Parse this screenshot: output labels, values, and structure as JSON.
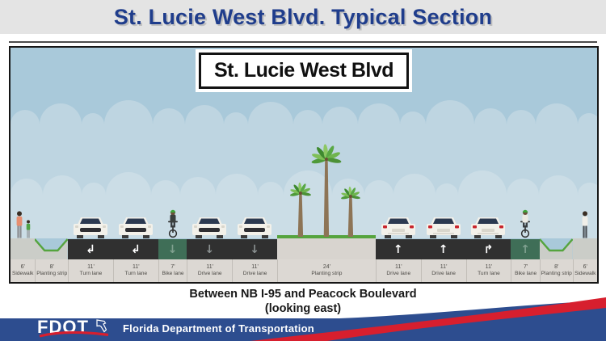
{
  "slide": {
    "title": "St. Lucie West Blvd. Typical Section",
    "caption_line1": "Between NB I-95 and Peacock Boulevard",
    "caption_line2": "(looking east)"
  },
  "diagram": {
    "street_sign": "St. Lucie West Blvd",
    "lanes": [
      {
        "type": "sidewalk",
        "width_ft": "6'",
        "label": "Sidewalk",
        "figures": "adult-and-child-pedestrians"
      },
      {
        "type": "planting",
        "width_ft": "8'",
        "label": "Planting strip"
      },
      {
        "type": "road",
        "width_ft": "11'",
        "label": "Turn lane",
        "arrow": "hook-left",
        "arrow_color": "white",
        "vehicle": "car-front"
      },
      {
        "type": "road",
        "width_ft": "11'",
        "label": "Turn lane",
        "arrow": "hook-left",
        "arrow_color": "white",
        "vehicle": "car-front"
      },
      {
        "type": "bike",
        "width_ft": "7'",
        "label": "Bike lane",
        "arrow": "down",
        "arrow_color": "gray",
        "vehicle": "cyclist-dark"
      },
      {
        "type": "road",
        "width_ft": "11'",
        "label": "Drive lane",
        "arrow": "down",
        "arrow_color": "gray",
        "vehicle": "car-front"
      },
      {
        "type": "road",
        "width_ft": "11'",
        "label": "Drive lane",
        "arrow": "down",
        "arrow_color": "gray",
        "vehicle": "car-front"
      },
      {
        "type": "median",
        "width_ft": "24'",
        "label": "Planting strip",
        "feature": "palm-trees"
      },
      {
        "type": "road",
        "width_ft": "11'",
        "label": "Drive lane",
        "arrow": "up",
        "arrow_color": "white",
        "vehicle": "car-rear"
      },
      {
        "type": "road",
        "width_ft": "11'",
        "label": "Drive lane",
        "arrow": "up",
        "arrow_color": "white",
        "vehicle": "car-rear"
      },
      {
        "type": "road",
        "width_ft": "11'",
        "label": "Turn lane",
        "arrow": "hook-right",
        "arrow_color": "white",
        "vehicle": "car-rear"
      },
      {
        "type": "bike",
        "width_ft": "7'",
        "label": "Bike lane",
        "arrow": "up",
        "arrow_color": "gray",
        "vehicle": "cyclist-light"
      },
      {
        "type": "planting",
        "width_ft": "8'",
        "label": "Planting strip"
      },
      {
        "type": "sidewalk",
        "width_ft": "6'",
        "label": "Sidewalk",
        "figures": "adult-pedestrian"
      }
    ]
  },
  "footer": {
    "logo_text": "FDOT",
    "agency": "Florida Department of Transportation"
  },
  "colors": {
    "title_navy": "#1f3d8c",
    "footer_blue": "#2d4d8f",
    "brand_red": "#d71f2e",
    "road_dark": "#303030",
    "bike_lane_green": "#3f6e57",
    "grass_green": "#55a43e",
    "sky_blue": "#a9c9da",
    "label_band": "#dcd8d3"
  }
}
